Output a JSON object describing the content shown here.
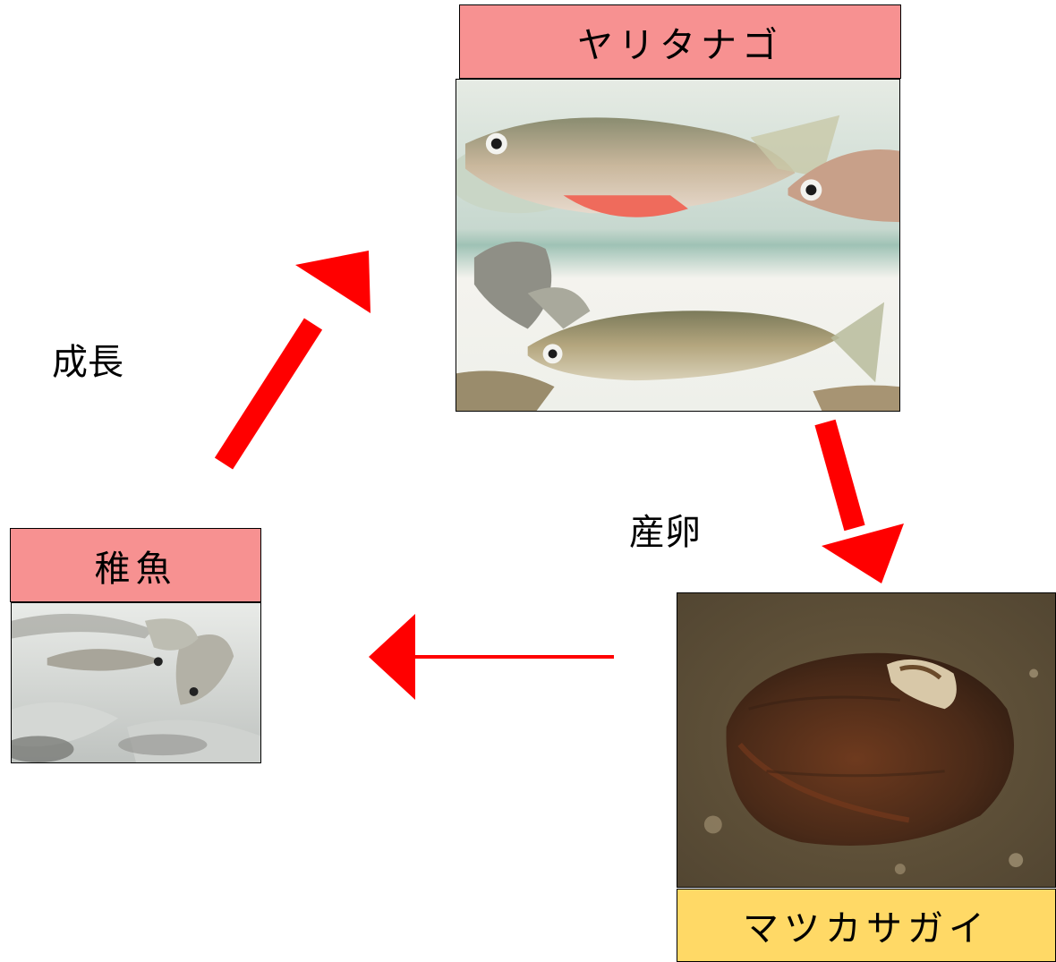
{
  "nodes": {
    "adult": {
      "label": "ヤリタナゴ"
    },
    "mussel": {
      "label": "マツカサガイ"
    },
    "juvenile": {
      "label": "稚魚"
    }
  },
  "edges": {
    "growth": {
      "label": "成長"
    },
    "spawning": {
      "label": "産卵"
    }
  },
  "colors": {
    "label_fish": "#f79191",
    "label_mussel": "#ffd966",
    "arrow": "#ff0000"
  }
}
